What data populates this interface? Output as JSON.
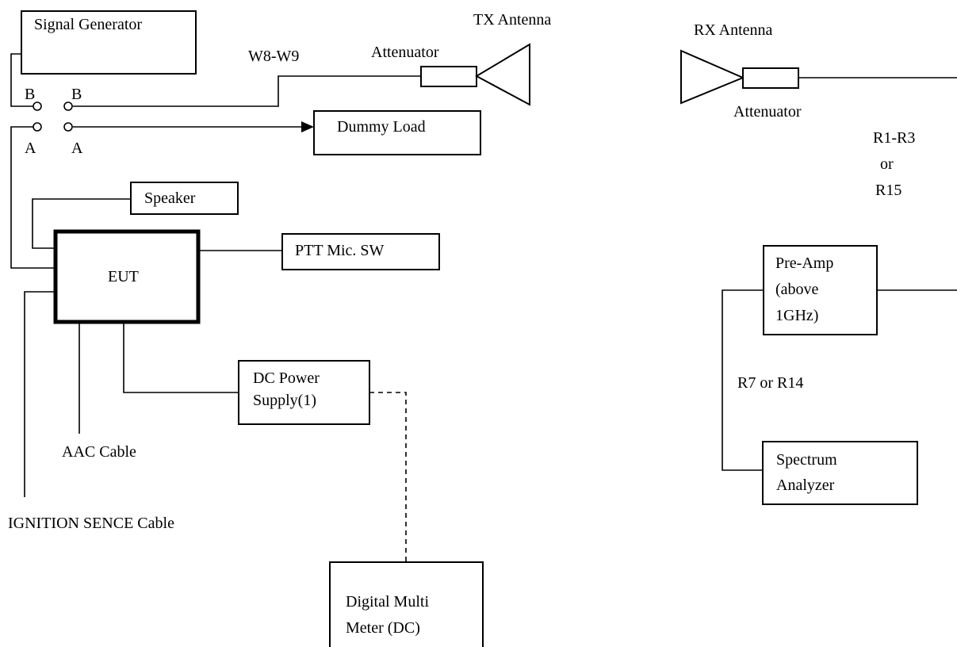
{
  "blocks": {
    "signal_generator": "Signal Generator",
    "dummy_load": "Dummy Load",
    "speaker": "Speaker",
    "eut": "EUT",
    "ptt": "PTT Mic. SW",
    "dc_power_line1": "DC Power",
    "dc_power_line2": "Supply(1)",
    "dmm_line1": "Digital Multi",
    "dmm_line2": "Meter (DC)",
    "preamp_line1": "Pre-Amp",
    "preamp_line2": "(above",
    "preamp_line3": "1GHz)",
    "spectrum_line1": "Spectrum",
    "spectrum_line2": "Analyzer"
  },
  "labels": {
    "tx_antenna": "TX Antenna",
    "rx_antenna": "RX Antenna",
    "tx_attenuator": "Attenuator",
    "rx_attenuator": "Attenuator",
    "w8_w9": "W8-W9",
    "switch_b_left": "B",
    "switch_b_right": "B",
    "switch_a_left": "A",
    "switch_a_right": "A",
    "aac_cable": "AAC Cable",
    "ignition_cable": "IGNITION SENCE Cable",
    "r1_r3": "R1-R3",
    "or_1": "or",
    "r15": "R15",
    "r7_r14": "R7 or R14"
  },
  "colors": {
    "line": "#000000",
    "background": "#ffffff"
  }
}
